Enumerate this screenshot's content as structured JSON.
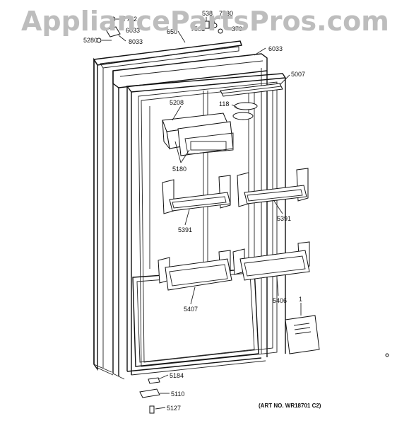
{
  "watermark": "AppliancePartsPros.com",
  "art_number": "(ART NO. WR18701 C2)",
  "callouts": {
    "c7752": "7752",
    "c538": "538",
    "c7530": "7530",
    "c6033": "6033",
    "c650": "650",
    "c8033": "8033",
    "c5280": "5280",
    "c378": "378",
    "c7501": "7501",
    "c6033b": "6033",
    "c5007": "5007",
    "c118": "118",
    "c5208": "5208",
    "c5180": "5180",
    "c5391a": "5391",
    "c5391b": "5391",
    "c5407": "5407",
    "c5406": "5406",
    "c1": "1",
    "c5184": "5184",
    "c5110": "5110",
    "c5127": "5127"
  }
}
